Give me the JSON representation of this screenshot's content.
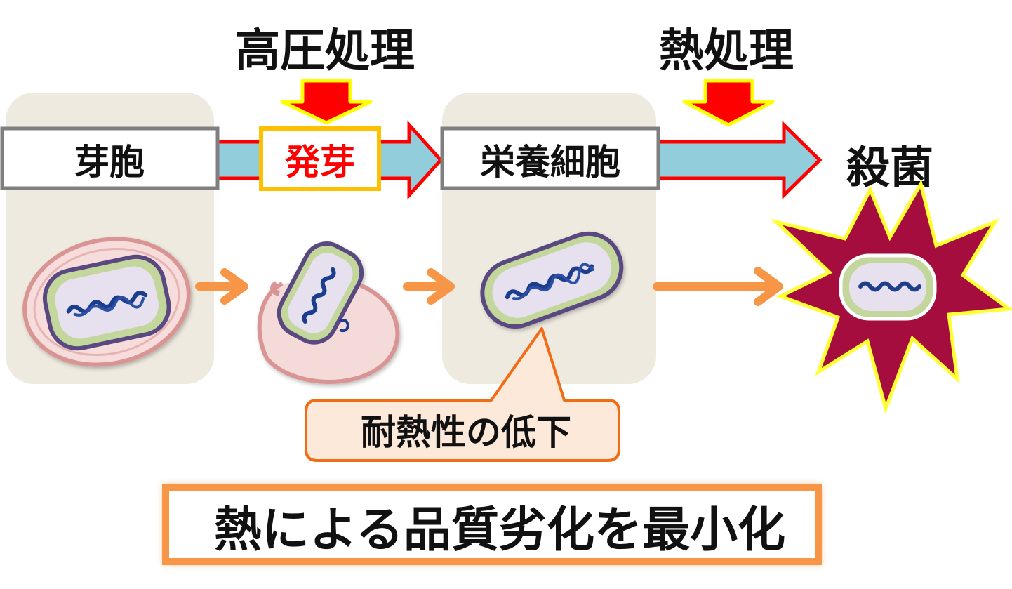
{
  "labels": {
    "high_pressure": "高圧処理",
    "heat_treatment": "熱処理",
    "spore": "芽胞",
    "germination": "発芽",
    "vegetative_cell": "栄養細胞",
    "sterilization": "殺菌",
    "heat_resistance_drop": "耐熱性の低下",
    "conclusion": "熱による品質劣化を最小化"
  },
  "colors": {
    "panel": "#eeeae0",
    "down_arrow": "#ff0000",
    "down_arrow_outline": "#ffff00",
    "flow_arrow_fill": "#92cddc",
    "flow_arrow_outline": "#ff0000",
    "orange": "#f79646",
    "callout_outline": "#f26b15",
    "callout_fill": "#fde9d9",
    "burst": "#a50d3f",
    "burst_outline": "#ffff33",
    "cell_outline": "#5a4a80",
    "cell_inner": "#e6e0ef",
    "cell_ring": "#c3d69b",
    "spore_coat": "#e2a4a4",
    "dna": "#1f3e8c"
  }
}
